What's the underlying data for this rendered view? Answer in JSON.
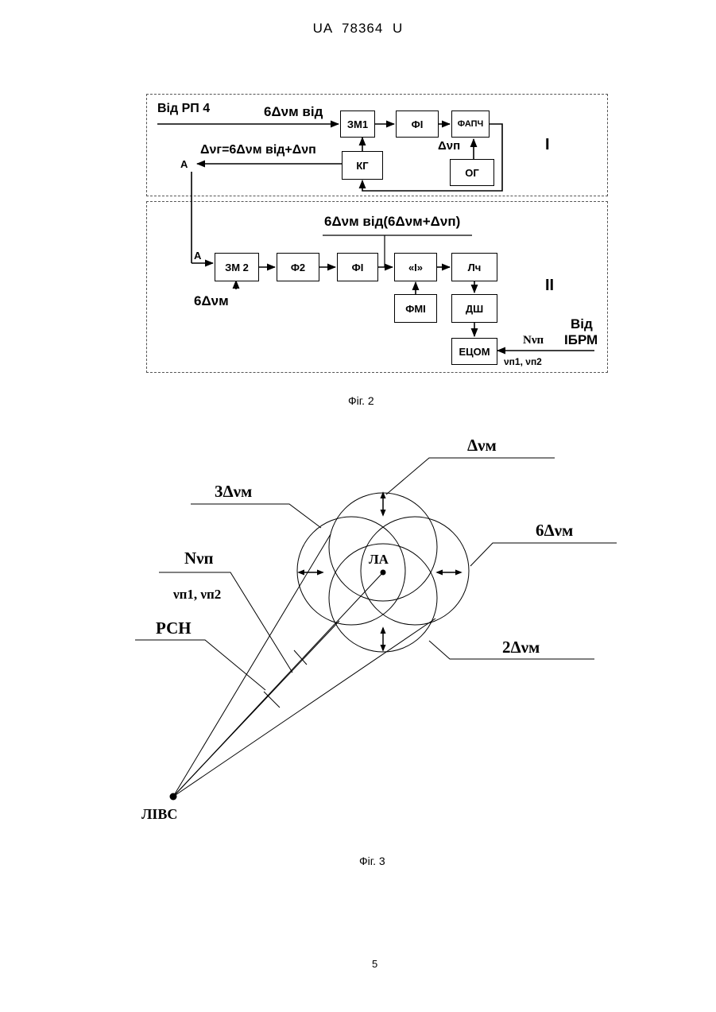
{
  "header": {
    "doc_id": "UA   78364   U"
  },
  "fig2": {
    "caption": "Фіг. 2",
    "section_I": "I",
    "section_II": "II",
    "input_label": "Від РП 4",
    "input_freq": "6Δνм від",
    "loop_freq": "Δνг=6Δνм від+Δνп",
    "delta_np": "Δνп",
    "mix_freq": "6Δνм від(6Δνм+Δνп)",
    "zm2_input": "6Δνм",
    "junction_a_top": "А",
    "junction_a_bottom": "А",
    "blocks": {
      "zm1": "ЗМ1",
      "fi1": "ФІ",
      "fapch": "ФАПЧ",
      "kg": "КГ",
      "og": "ОГ",
      "zm2": "ЗМ 2",
      "f2": "Ф2",
      "fi2": "ФІ",
      "and": "«І»",
      "fmi": "ФМІ",
      "lch": "Лч",
      "dsh": "ДШ",
      "etsom": "ЕЦОМ"
    },
    "ibrm_from": "Від",
    "ibrm_name": "ІБРМ",
    "nvp": "Nνп",
    "vp12": "νп1, νп2"
  },
  "fig3": {
    "caption": "Фіг. 3",
    "label_dvm": "Δνм",
    "label_3dvm": "3Δνм",
    "label_6dvm": "6Δνм",
    "label_2dvm": "2Δνм",
    "label_nvp": "Nνп",
    "label_vp12": "νп1, νп2",
    "label_rsn": "РСН",
    "label_la": "ЛА",
    "label_livs": "ЛІВС"
  },
  "page_number": "5"
}
